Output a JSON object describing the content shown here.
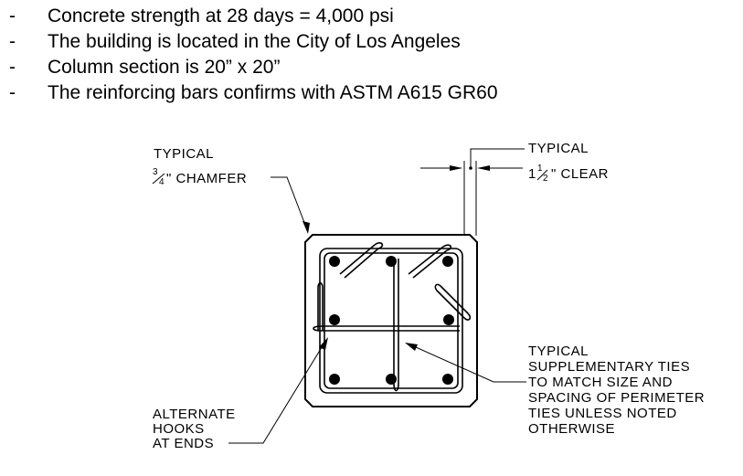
{
  "notes": [
    {
      "dash": "-",
      "text": "Concrete strength at 28 days  = 4,000 psi"
    },
    {
      "dash": "-",
      "text": "The building is located in the City of Los Angeles"
    },
    {
      "dash": "-",
      "text": "Column section is 20” x 20”"
    },
    {
      "dash": "-",
      "text": "The reinforcing bars confirms with ASTM A615 GR60"
    }
  ],
  "callouts": {
    "chamfer_line1": "TYPICAL",
    "chamfer_fraction_num": "3",
    "chamfer_fraction_den": "4",
    "chamfer_line2_rest": "\" CHAMFER",
    "clear_line1": "TYPICAL",
    "clear_whole": "1",
    "clear_fraction_num": "1",
    "clear_fraction_den": "2",
    "clear_line2_rest": "\" CLEAR",
    "hooks": [
      "ALTERNATE",
      "HOOKS",
      "AT ENDS"
    ],
    "ties": [
      "TYPICAL",
      "SUPPLEMENTARY TIES",
      "TO MATCH SIZE AND",
      "SPACING OF PERIMETER",
      "TIES UNLESS NOTED",
      "OTHERWISE"
    ]
  }
}
